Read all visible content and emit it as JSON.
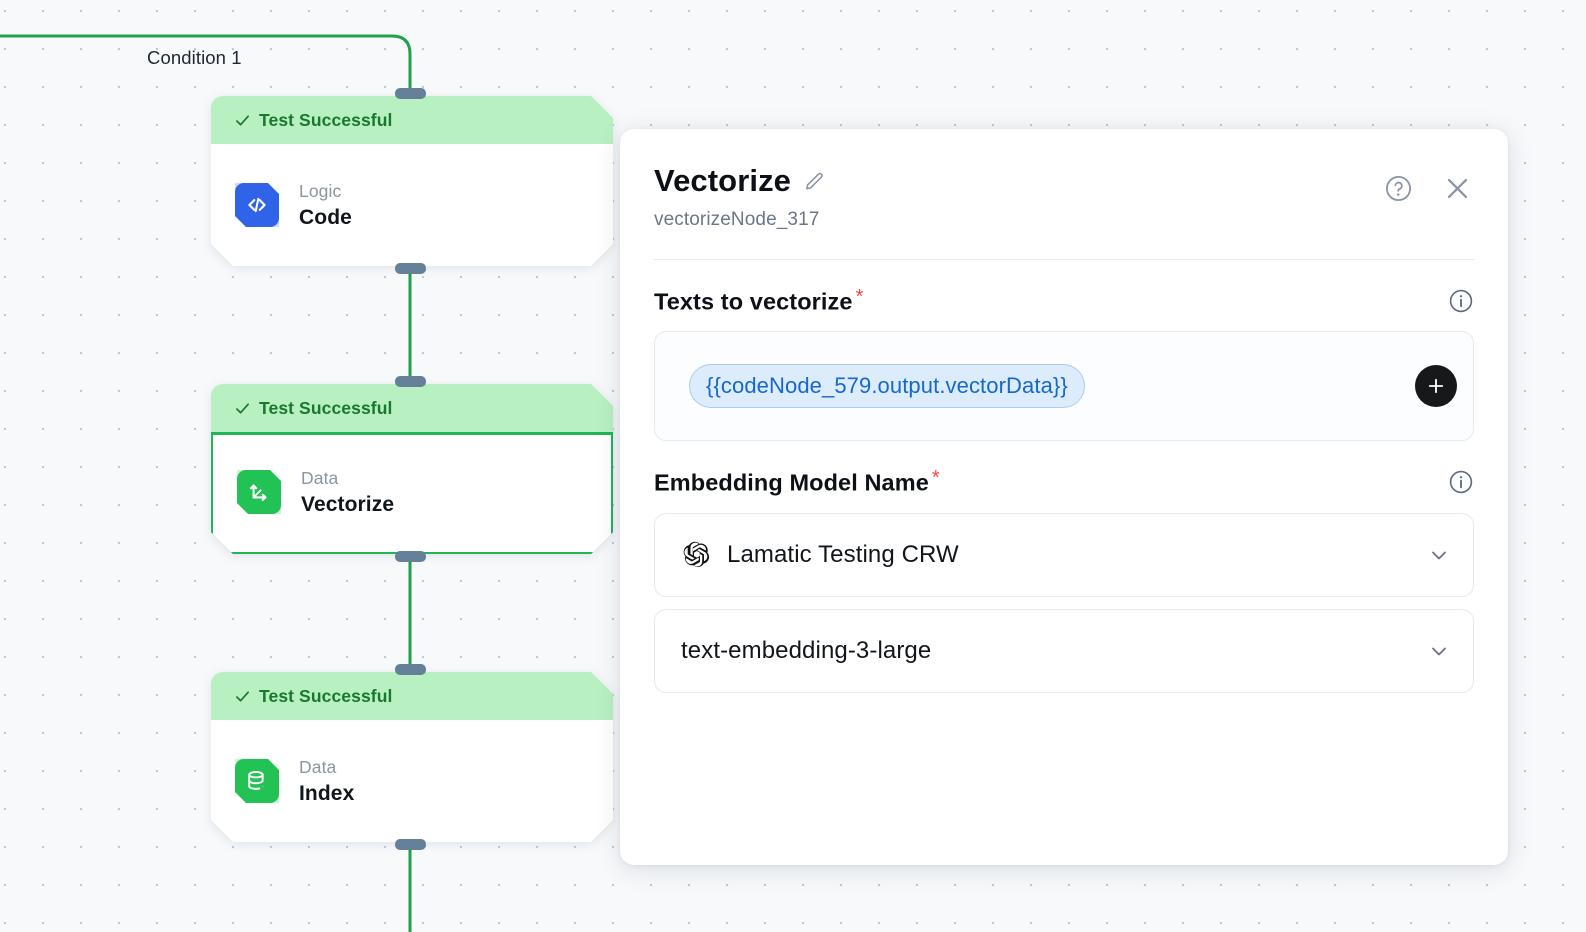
{
  "canvas": {
    "edge_label": "Condition 1",
    "edge_color": "#22a04a",
    "nodes": [
      {
        "status": "Test Successful",
        "category": "Logic",
        "title": "Code",
        "icon": "code-brackets-icon",
        "icon_color": "#2f63e8",
        "selected": false
      },
      {
        "status": "Test Successful",
        "category": "Data",
        "title": "Vectorize",
        "icon": "vector-axes-icon",
        "icon_color": "#22c255",
        "selected": true
      },
      {
        "status": "Test Successful",
        "category": "Data",
        "title": "Index",
        "icon": "database-bolt-icon",
        "icon_color": "#22c255",
        "selected": false
      }
    ]
  },
  "panel": {
    "title": "Vectorize",
    "subtitle": "vectorizeNode_317",
    "edit_icon": "pencil-icon",
    "help_icon": "help-circle-icon",
    "close_icon": "close-icon",
    "fields": [
      {
        "label": "Texts to vectorize",
        "required_marker": "*",
        "info_icon": "info-icon",
        "token": "{{codeNode_579.output.vectorData}}",
        "add_button_icon": "plus-icon"
      },
      {
        "label": "Embedding Model Name",
        "required_marker": "*",
        "info_icon": "info-icon",
        "credential": {
          "icon": "openai-icon",
          "value": "Lamatic Testing CRW",
          "chevron": "chevron-down-icon"
        },
        "model": {
          "value": "text-embedding-3-large",
          "chevron": "chevron-down-icon"
        }
      }
    ]
  },
  "colors": {
    "status_bg": "#b9f0c1",
    "status_text": "#17792f",
    "accent_green": "#22b455",
    "token_blue": "#1668cf",
    "required_red": "#f04747"
  }
}
